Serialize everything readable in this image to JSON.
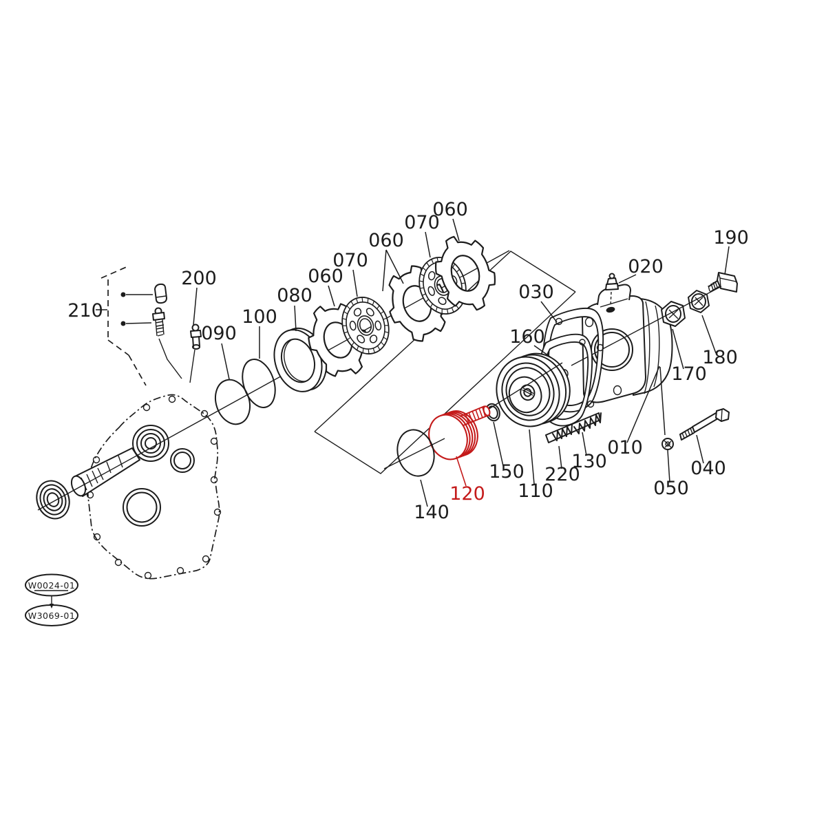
{
  "diagram": {
    "kind": "exploded-parts-diagram",
    "background_color": "#ffffff",
    "line_color": "#1c1c1c",
    "highlight_color": "#c41a1a",
    "highlighted_part": "120",
    "parts": [
      {
        "label": "210"
      },
      {
        "label": "200"
      },
      {
        "label": "090"
      },
      {
        "label": "100"
      },
      {
        "label": "080"
      },
      {
        "label": "060"
      },
      {
        "label": "070"
      },
      {
        "label": "060"
      },
      {
        "label": "070"
      },
      {
        "label": "060"
      },
      {
        "label": "030"
      },
      {
        "label": "160"
      },
      {
        "label": "020"
      },
      {
        "label": "190"
      },
      {
        "label": "170"
      },
      {
        "label": "180"
      },
      {
        "label": "010"
      },
      {
        "label": "040"
      },
      {
        "label": "050"
      },
      {
        "label": "130"
      },
      {
        "label": "220"
      },
      {
        "label": "110"
      },
      {
        "label": "150"
      },
      {
        "label": "120",
        "highlighted": true
      },
      {
        "label": "140"
      }
    ],
    "ref_badges": [
      {
        "code": "W0024-01"
      },
      {
        "code": "W3069-01"
      }
    ]
  }
}
